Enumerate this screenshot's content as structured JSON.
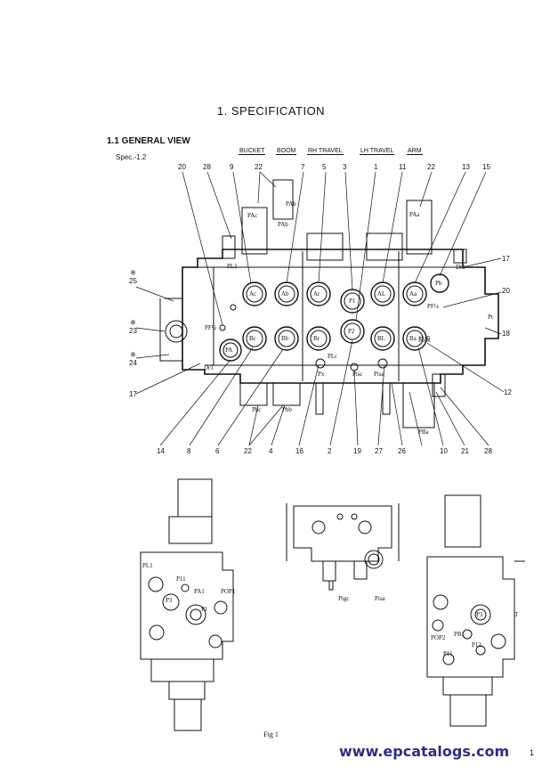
{
  "page": {
    "title": "1.  SPECIFICATION",
    "section": "1.1  GENERAL VIEW",
    "spec": "Spec.-1.2",
    "fig_caption": "Fig  1",
    "watermark": "www.epcatalogs.com",
    "page_number": "1"
  },
  "groups": [
    "BUCKET",
    "BOOM",
    "RH TRAVEL",
    "LH TRAVEL",
    "ARM"
  ],
  "top_callouts": [
    "20",
    "28",
    "9",
    "22",
    "7",
    "5",
    "3",
    "1",
    "11",
    "22",
    "13",
    "15"
  ],
  "bottom_callouts": [
    "14",
    "8",
    "6",
    "22",
    "4",
    "16",
    "2",
    "19",
    "27",
    "26",
    "10",
    "21",
    "28"
  ],
  "side_callouts": {
    "left": [
      "※\n25",
      "※\n23",
      "※\n24",
      "17"
    ],
    "right": [
      "17",
      "20",
      "18",
      "12"
    ]
  },
  "port_labels": {
    "top": [
      "PAc",
      "PAb",
      "PAb",
      "PAa"
    ],
    "upper_row": [
      "Ac",
      "Ab",
      "Ar",
      "P1",
      "AL",
      "Aa",
      "Pb"
    ],
    "lower_row": [
      "PA",
      "Bc",
      "Bb",
      "Br",
      "P2",
      "BL",
      "Ba"
    ],
    "misc": [
      "PL1",
      "PF¼",
      "PF¼",
      "Dr1",
      "Dr2",
      "Pt",
      "Pbc",
      "Pbb",
      "PBa",
      "Px",
      "PLc",
      "Pisc",
      "Pisa",
      "銘板"
    ]
  },
  "view_labels": {
    "left": [
      "PL1",
      "P11",
      "PA1",
      "POP1",
      "P3",
      "P1"
    ],
    "middle": [
      "Pigc",
      "Pisa"
    ],
    "right": [
      "P3",
      "T",
      "POP2",
      "PB1",
      "P12",
      "P11"
    ]
  }
}
